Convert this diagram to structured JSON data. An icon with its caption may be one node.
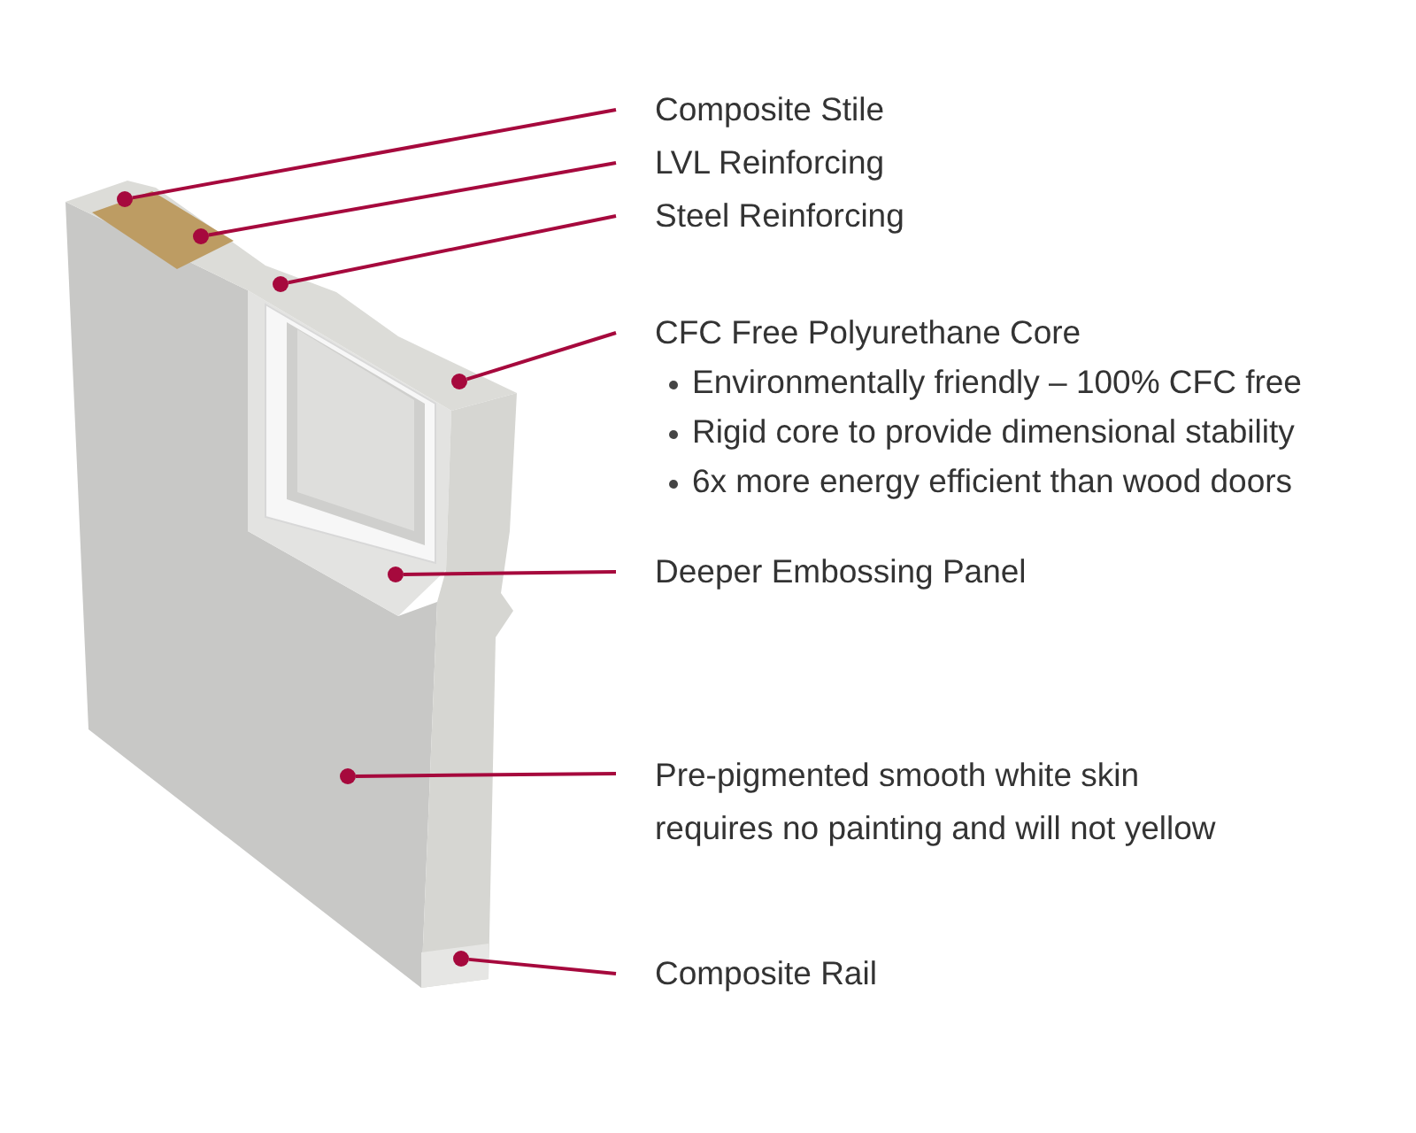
{
  "diagram": {
    "nodes": [
      {
        "text": [
          "Composite Stile"
        ]
      },
      {
        "text": [
          "LVL Reinforcing"
        ]
      },
      {
        "text": [
          "Steel Reinforcing"
        ]
      },
      {
        "text": [
          "CFC Free Polyurethane Core",
          "Environmentally friendly – 100% CFC free",
          "Rigid core to provide dimensional stability",
          "6x more energy efficient than wood doors"
        ]
      },
      {
        "text": [
          "Deeper Embossing Panel"
        ]
      },
      {
        "text": [
          "Pre-pigmented smooth white skin requires no painting and will not yellow"
        ]
      },
      {
        "text": [
          "Composite Rail"
        ]
      },
      {
        "text": [],
        "shape": "circle"
      },
      {
        "text": [],
        "shape": "circle"
      },
      {
        "text": [],
        "shape": "circle"
      },
      {
        "text": [],
        "shape": "circle"
      },
      {
        "text": [],
        "shape": "circle"
      },
      {
        "text": [],
        "shape": "circle"
      },
      {
        "text": [],
        "shape": "circle"
      }
    ],
    "edges": [
      {
        "from": 0,
        "to": 7,
        "arrow": "none"
      },
      {
        "from": 1,
        "to": 8,
        "arrow": "none"
      },
      {
        "from": 2,
        "to": 9,
        "arrow": "none"
      },
      {
        "from": 3,
        "to": 10,
        "arrow": "none"
      },
      {
        "from": 4,
        "to": 11,
        "arrow": "none"
      },
      {
        "from": 5,
        "to": 12,
        "arrow": "none"
      },
      {
        "from": 6,
        "to": 13,
        "arrow": "none"
      }
    ]
  }
}
